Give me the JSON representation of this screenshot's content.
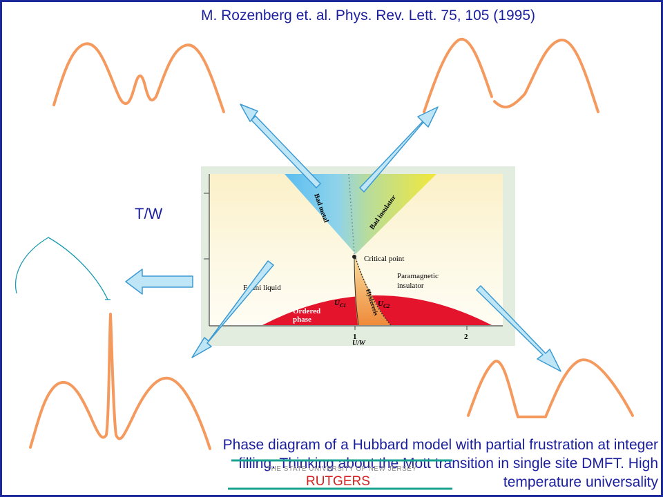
{
  "citation": "M. Rozenberg et. al.  Phys. Rev. Lett. 75, 105 (1995)",
  "axis_label_tw": "T/W",
  "caption": "Phase diagram of a Hubbard model with partial frustration at integer filling.  Thinking about the Mott transition in single site DMFT. High temperature universality",
  "footer": {
    "university": "THE STATE UNIVERSITY OF NEW JERSEY",
    "logo": "RUTGERS"
  },
  "phase_diagram": {
    "region_labels": {
      "bad_metal": "Bad metal",
      "bad_insulator": "Bad insulator",
      "critical_point": "Critical point",
      "paramagnetic": "Paramagnetic",
      "insulator": "insulator",
      "fermi_liquid": "Fermi liquid",
      "ordered": "Ordered",
      "phase": "phase",
      "hysteresis": "Hysteresis",
      "uc1": "U",
      "uc1_sub": "C1",
      "uc2": "U",
      "uc2_sub": "C2"
    },
    "x_tick_labels": [
      "1",
      "2"
    ],
    "x_axis_label": "U/W"
  },
  "colors": {
    "curve": "#f59a5e",
    "arrow_fill": "#bfe6f7",
    "arrow_stroke": "#3b9ad2",
    "text_blue": "#1b1f9e",
    "ordered_red": "#e3142c"
  }
}
